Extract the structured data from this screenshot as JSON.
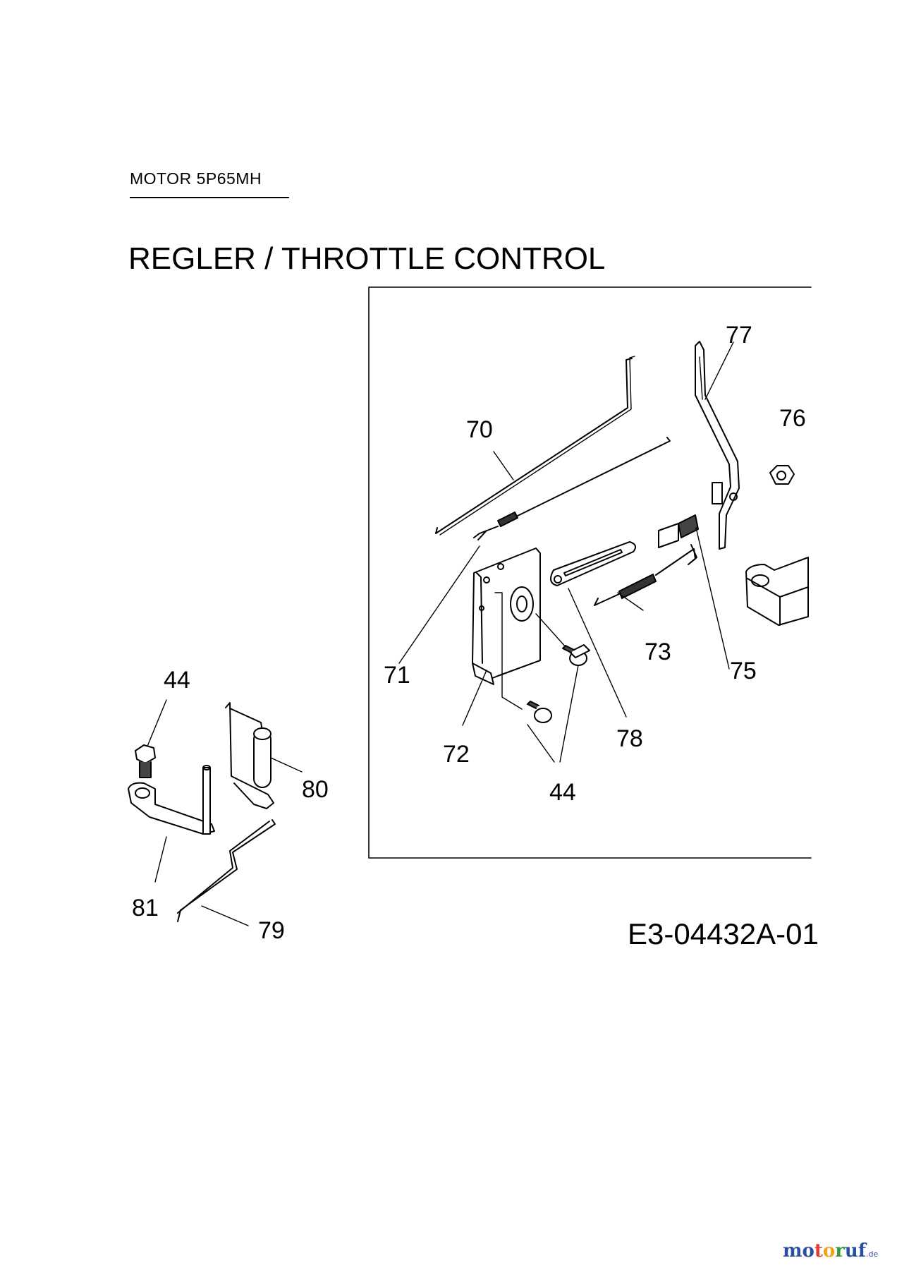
{
  "header": {
    "motor": "MOTOR  5P65MH",
    "title": "REGLER / THROTTLE CONTROL"
  },
  "callouts": {
    "c70": "70",
    "c71": "71",
    "c72": "72",
    "c73": "73",
    "c75": "75",
    "c76": "76",
    "c77": "77",
    "c78": "78",
    "c44_right": "44",
    "c44_left": "44",
    "c79": "79",
    "c80": "80",
    "c81": "81"
  },
  "footer": {
    "code": "E3-04432A-01",
    "logo": {
      "letters": [
        "m",
        "o",
        "t",
        "o",
        "r",
        "u",
        "f"
      ],
      "letter_colors": [
        "#2b4fa0",
        "#2b4fa0",
        "#e23c2e",
        "#f2a21a",
        "#3a9b3a",
        "#2b4fa0",
        "#2b4fa0"
      ],
      "tld": ".de"
    }
  }
}
